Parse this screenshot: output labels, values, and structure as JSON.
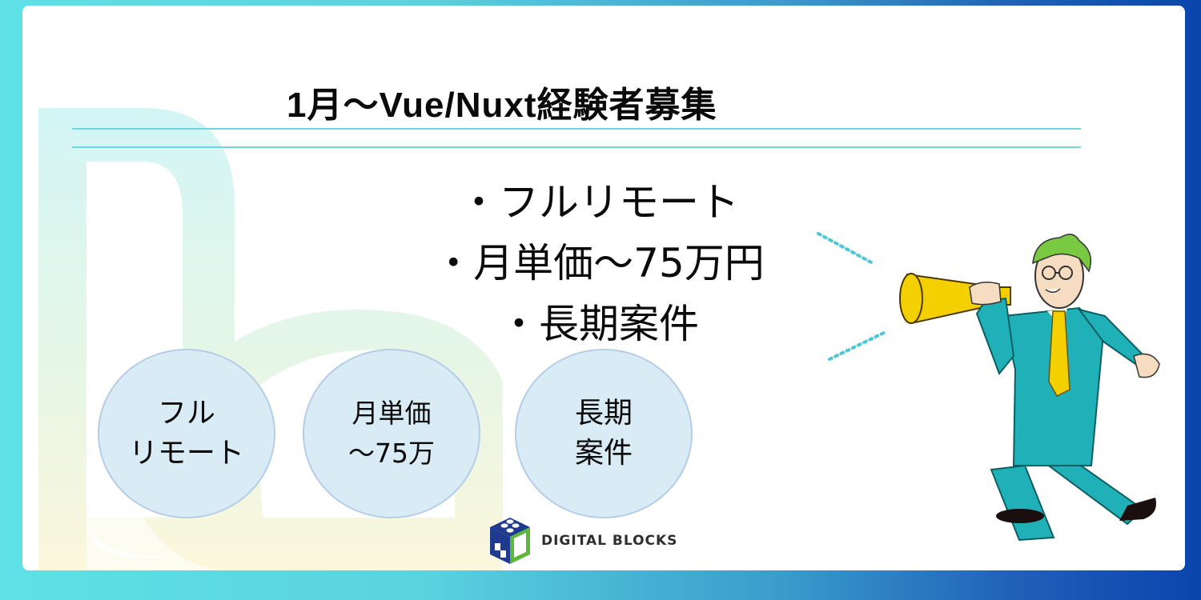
{
  "banner": {
    "title": "1月～Vue/Nuxt経験者募集",
    "bullets": [
      "・フルリモート",
      "・月単価～75万円",
      "・長期案件"
    ],
    "bubbles": [
      {
        "line1": "フル",
        "line2": "リモート"
      },
      {
        "line1": "月単価",
        "line2": "～75万"
      },
      {
        "line1": "長期",
        "line2": "案件"
      }
    ],
    "logo": {
      "text": "DIGITAL BLOCKS"
    },
    "illustration": "businessman-with-megaphone"
  },
  "colors": {
    "frame_gradient_left": "#5fe0e6",
    "frame_gradient_right": "#0a45ad",
    "rule": "#6fd6de",
    "bubble_fill": "#d9ecf6",
    "bubble_border": "#b5cde6",
    "suit": "#1fb0b8",
    "tie": "#f5d000",
    "hair": "#7ac943",
    "logo_blue": "#1f3b8f",
    "logo_green": "#5cb83a"
  }
}
